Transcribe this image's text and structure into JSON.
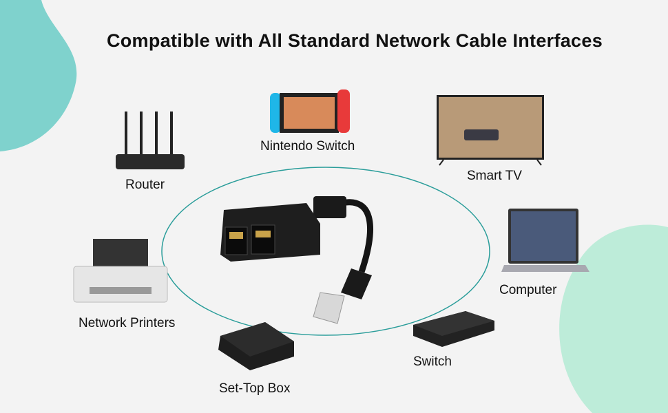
{
  "title": "Compatible with All Standard Network Cable Interfaces",
  "devices": {
    "router": "Router",
    "nintendo_switch": "Nintendo Switch",
    "smart_tv": "Smart TV",
    "computer": "Computer",
    "network_printers": "Network Printers",
    "set_top_box": "Set-Top Box",
    "switch": "Switch"
  },
  "colors": {
    "background": "#f3f3f3",
    "blob_top_left": "#7fd2cd",
    "blob_bottom_right": "#bdecd9",
    "ellipse_stroke": "#2a9d9a"
  }
}
